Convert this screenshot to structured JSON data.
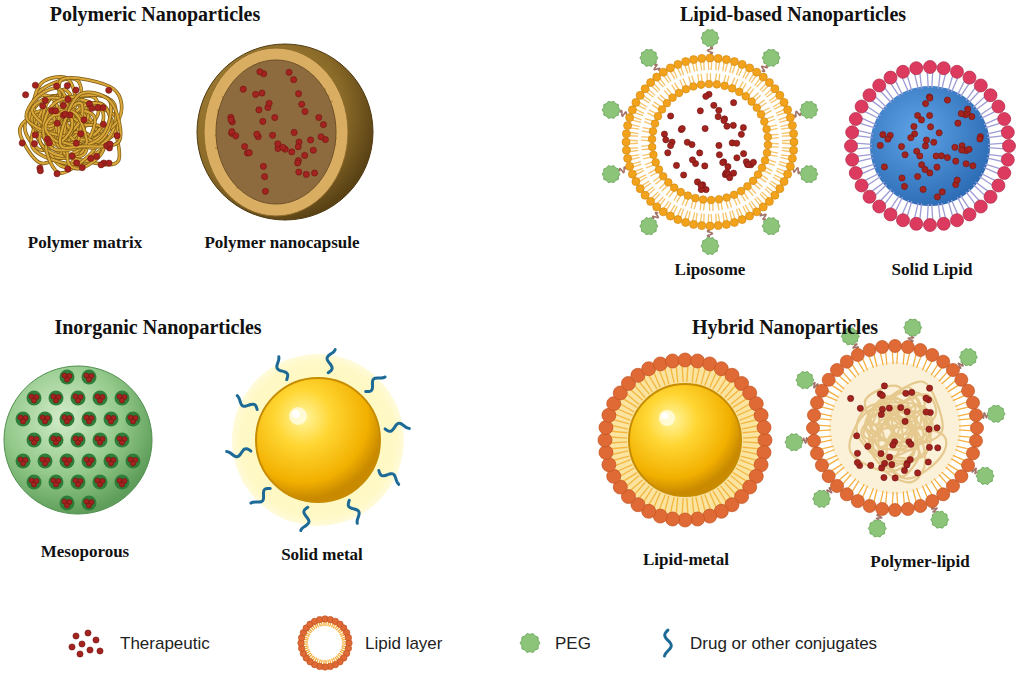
{
  "diagram": {
    "nodes": [
      {
        "text": [
          "Polymer matrix"
        ]
      },
      {
        "text": [
          "Polymer nanocapsule"
        ]
      },
      {
        "text": [
          "Liposome"
        ]
      },
      {
        "text": [
          "Solid Lipid"
        ]
      },
      {
        "text": [
          "Mesoporous"
        ]
      },
      {
        "text": [
          "Solid metal"
        ]
      },
      {
        "text": [
          "Lipid-metal"
        ]
      },
      {
        "text": [
          "Polymer-lipid"
        ]
      }
    ],
    "labels": [
      "Polymeric Nanoparticles",
      "Lipid-based Nanoparticles",
      "Inorganic Nanoparticles",
      "Hybrid Nanoparticles"
    ],
    "legend": [
      {
        "text": "Therapeutic"
      },
      {
        "text": "Lipid layer"
      },
      {
        "text": "PEG"
      },
      {
        "text": "Drug or other conjugates"
      }
    ]
  }
}
